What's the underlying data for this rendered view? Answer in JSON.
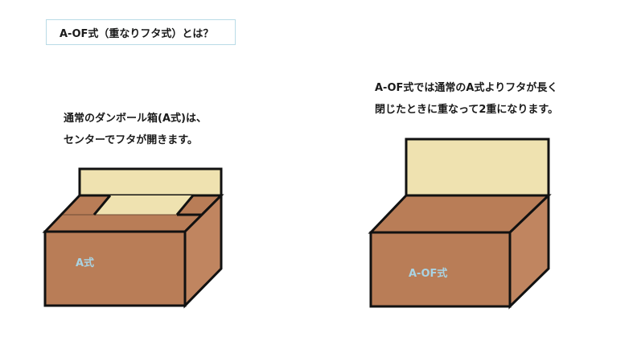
{
  "title": "A-OF式（重なりフタ式）とは？",
  "left": {
    "caption_line1": "通常のダンボール箱(A式)は、",
    "caption_line2": "センターでフタが開きます。",
    "box_label": "A式"
  },
  "right": {
    "caption_line1": "A-OF式では通常のA式よりフタが長く",
    "caption_line2": "閉じたときに重なって2重になります。",
    "box_label": "A-OF式"
  },
  "colors": {
    "flap": "#efe2b0",
    "box_face": "#b97d57",
    "box_side": "#c08560",
    "outline": "#111111"
  }
}
